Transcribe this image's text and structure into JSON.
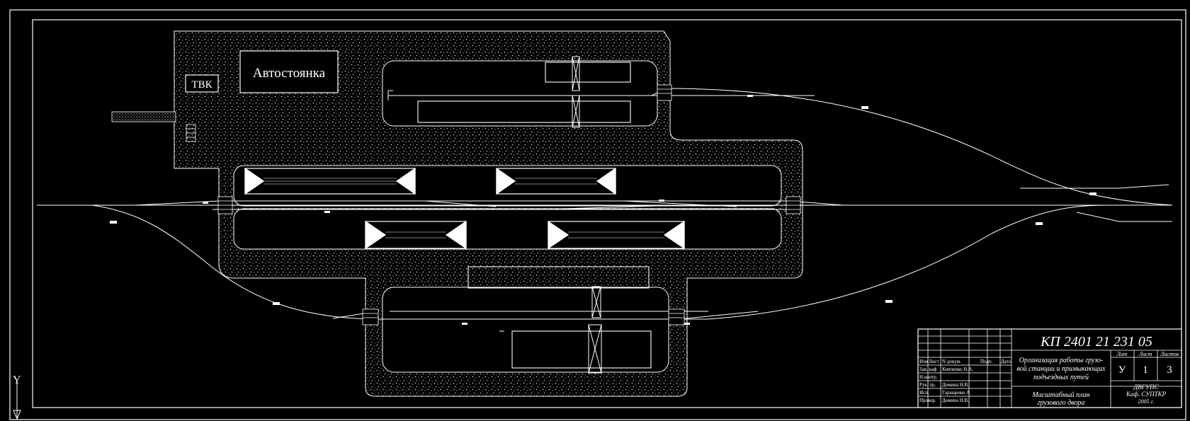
{
  "labels": {
    "parking": "Автостоянка",
    "tvk": "ТВК"
  },
  "title_block": {
    "doc_code": "КП  2401 21 231 05",
    "title": [
      "Организация работы грузо-",
      "вой станции и примыкающих",
      "подъездных путей"
    ],
    "sheet_name": [
      "Масштабный план",
      "грузового двора"
    ],
    "col_lit": "Лит",
    "col_list": "Лист",
    "col_listov": "Листов",
    "val_lit": "У",
    "val_list": "1",
    "val_listov": "3",
    "org": [
      "ДВГУПС",
      "Каф. СУПТКР",
      "2005 г."
    ],
    "stamp_head": [
      "Изм",
      "Лист",
      "N докум.",
      "Подп.",
      "Дата"
    ],
    "roles": [
      {
        "role": "Зав. каф",
        "name": "Кияченко Н.А."
      },
      {
        "role": "Н.контр.",
        "name": ""
      },
      {
        "role": "Рук. пр.",
        "name": "Демина Н.В."
      },
      {
        "role": "Исп.",
        "name": "Гаращенко А."
      },
      {
        "role": "Провер.",
        "name": "Демина Н.В."
      }
    ]
  },
  "axis": {
    "y_label": "Y"
  },
  "colors": {
    "background": "#000000",
    "line": "#ffffff",
    "gravel": "#b8b8b8"
  }
}
